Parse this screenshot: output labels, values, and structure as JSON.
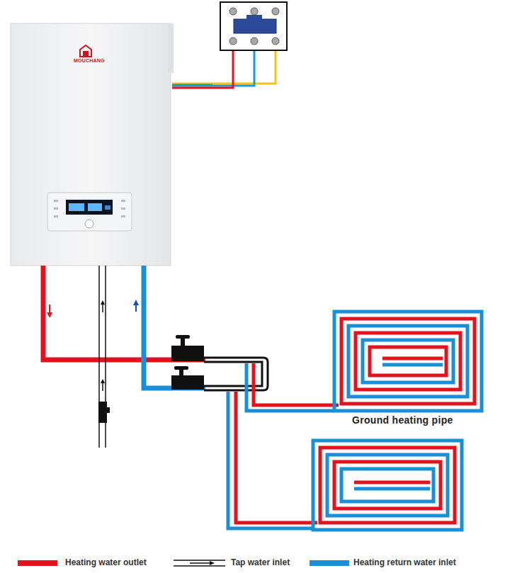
{
  "diagram": {
    "labels": [
      "MOUCHANG",
      "Ground heating pipe"
    ],
    "legend": [
      {
        "text": "Heating water outlet",
        "color": "#e0131e"
      },
      {
        "text": "Tap water inlet"
      },
      {
        "text": "Heating return water inlet",
        "color": "#1a8fd6"
      }
    ]
  }
}
